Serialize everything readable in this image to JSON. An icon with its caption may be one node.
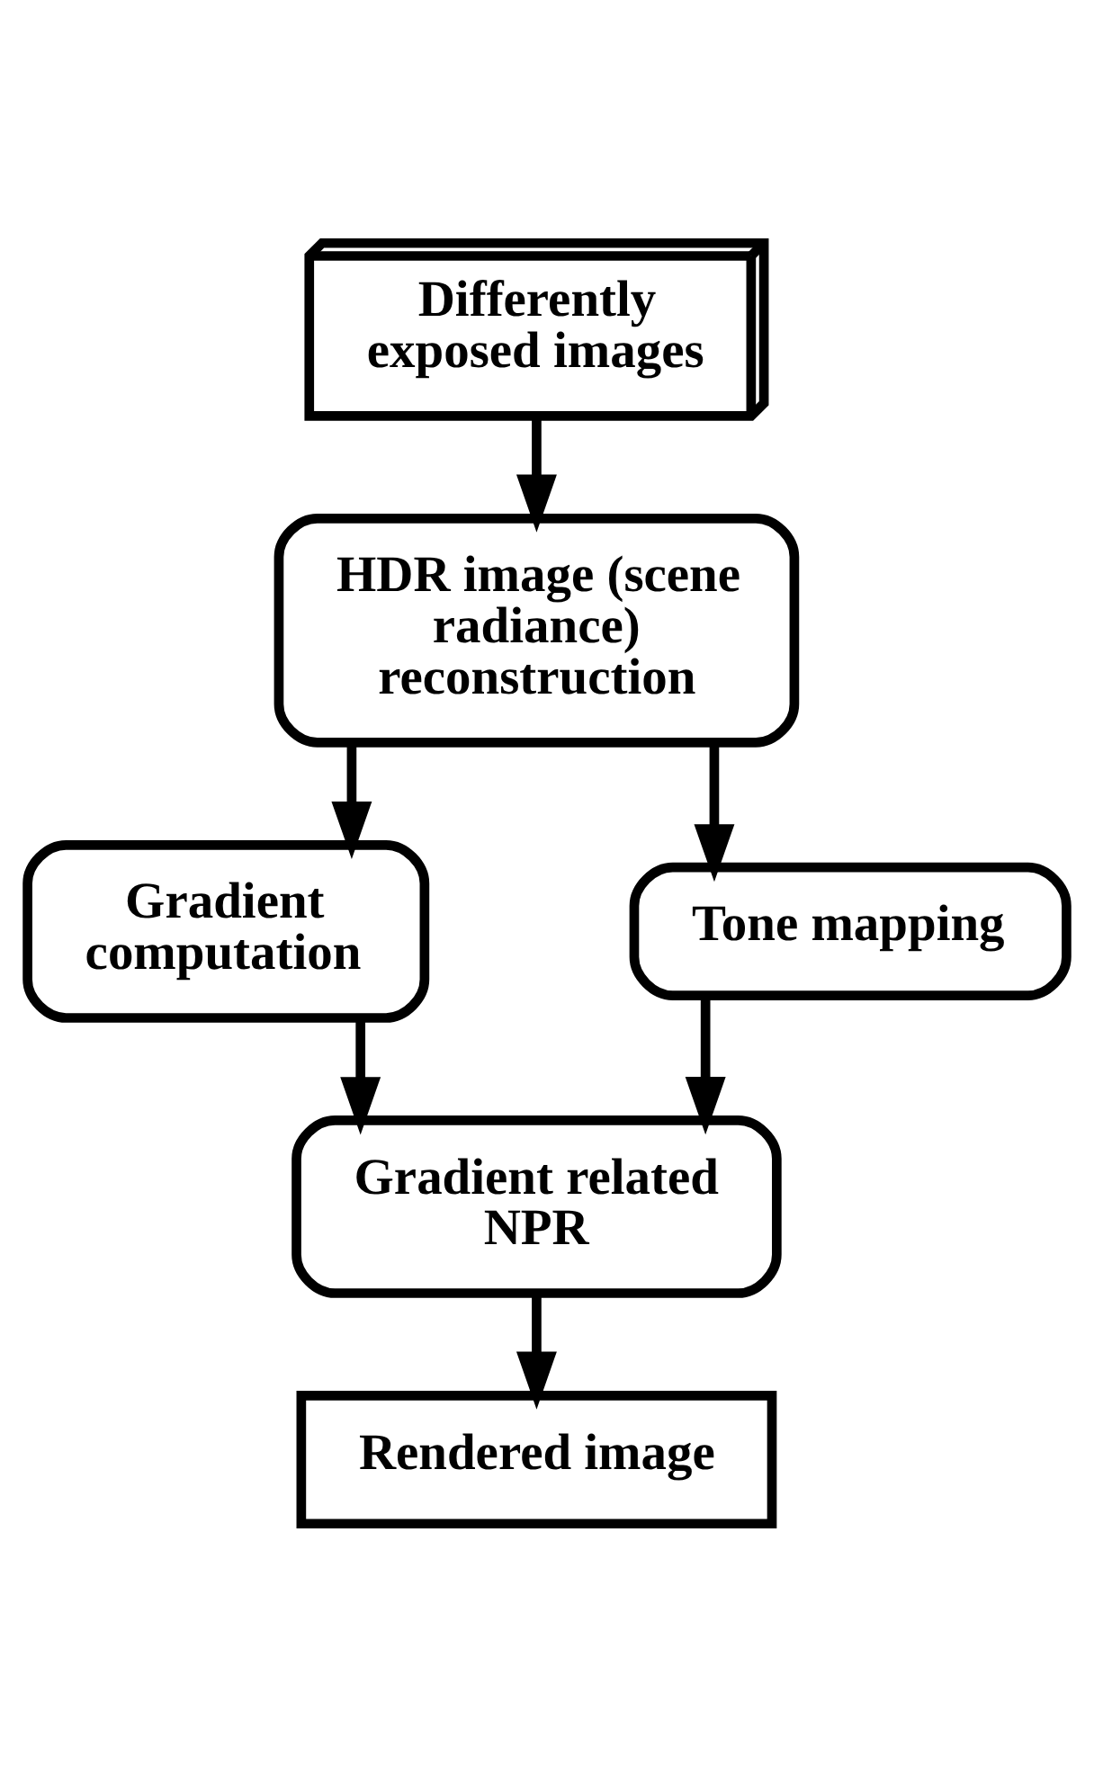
{
  "diagram": {
    "nodes": [
      {
        "text": [
          "Differently exposed images"
        ]
      },
      {
        "text": [
          "HDR image (scene radiance) reconstruction"
        ]
      },
      {
        "text": [
          "Gradient computation"
        ]
      },
      {
        "text": [
          "Tone mapping"
        ]
      },
      {
        "text": [
          "Gradient related NPR"
        ]
      },
      {
        "text": [
          "Rendered image"
        ]
      }
    ],
    "edges": [
      {
        "from": 0,
        "to": 1,
        "arrow": "to"
      },
      {
        "from": 1,
        "to": 2,
        "arrow": "to"
      },
      {
        "from": 1,
        "to": 3,
        "arrow": "to"
      },
      {
        "from": 2,
        "to": 4,
        "arrow": "to"
      },
      {
        "from": 3,
        "to": 4,
        "arrow": "to"
      },
      {
        "from": 4,
        "to": 5,
        "arrow": "to"
      }
    ]
  }
}
